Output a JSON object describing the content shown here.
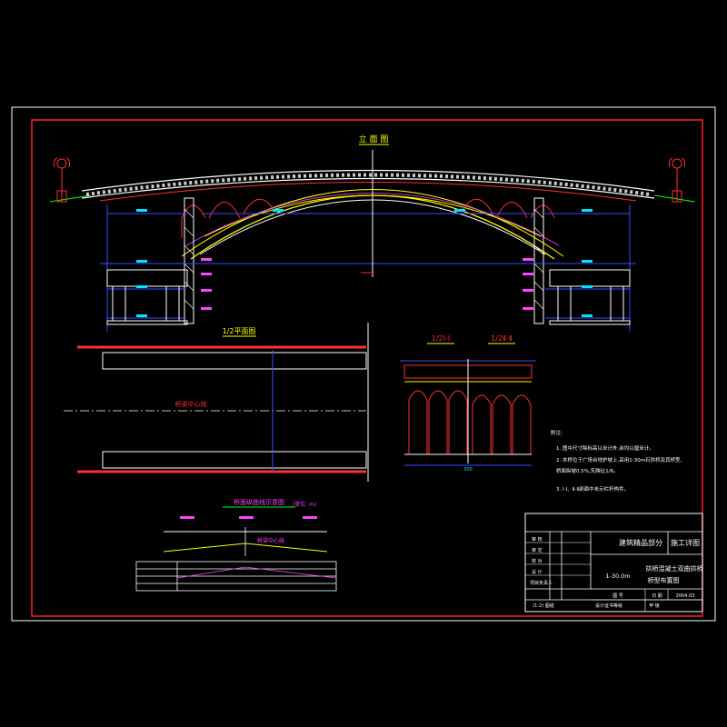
{
  "titles": {
    "elevation": "立 面 图",
    "half_plan": "1/2平面图",
    "section_1": "1/2Ⅰ-Ⅰ",
    "section_2": "1/2Ⅱ-Ⅱ",
    "profile": "桥面纵曲线示意图",
    "profile_scale": "(单位: m)"
  },
  "labels": {
    "bridge_centerline": "桥梁中心线",
    "profile_centerline": "桥梁中心线",
    "width_dim": "300"
  },
  "notes": {
    "heading": "附注:",
    "items": [
      "1. 图中尺寸除标高以米计外,余均以厘米计。",
      "2. 本桥位于广场台地护坡上,采用1-30m石拱桥及其桥型,",
      "   桥面纵坡0.5%,矢跨比1/6。",
      "3. Ⅰ-Ⅰ、Ⅱ-Ⅱ剖面中未示栏杆构件。"
    ]
  },
  "title_block": {
    "company": "建筑精品部分",
    "stage": "施工详图",
    "row_labels": [
      "审 核",
      "审 定",
      "校 对",
      "设 计",
      "项目负责人"
    ],
    "drawing_name": "1-30.0m 拱桥混凝土双曲拱桥桥型布置图",
    "span": "1-30.0m",
    "name_main": "拱桥混凝土双曲拱桥",
    "name_sub": "桥型布置图",
    "number_label": "图 号",
    "date_label": "日 期",
    "date_value": "2004.03",
    "scale": "(1:2) 图纸",
    "cert_label": "设计证书等级",
    "cert_value": "甲 级"
  },
  "colors": {
    "background": "#000000",
    "line_white": "#ffffff",
    "frame_red": "#ff2020",
    "dim_blue": "#3a4dff",
    "cyan": "#00e5ff",
    "yellow": "#ffff00",
    "magenta": "#ff44ff",
    "green": "#00ff00",
    "red": "#ff0000"
  }
}
